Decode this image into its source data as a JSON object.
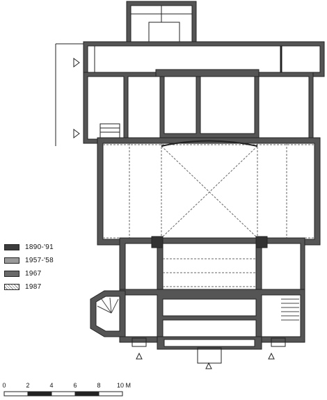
{
  "legend": {
    "items": [
      {
        "label": "1890-'91",
        "color": "#3c3c3c"
      },
      {
        "label": "1957-'58",
        "color": "#9a9a9a"
      },
      {
        "label": "1967",
        "color": "#6a6a6a"
      },
      {
        "label": "1987",
        "color": "#c4c4c4"
      }
    ]
  },
  "scale_bar": {
    "labels": [
      "0",
      "2",
      "4",
      "6",
      "8",
      "10 M"
    ]
  },
  "colors": {
    "wall": "#444444",
    "line": "#222222",
    "dashed": "#666666"
  }
}
